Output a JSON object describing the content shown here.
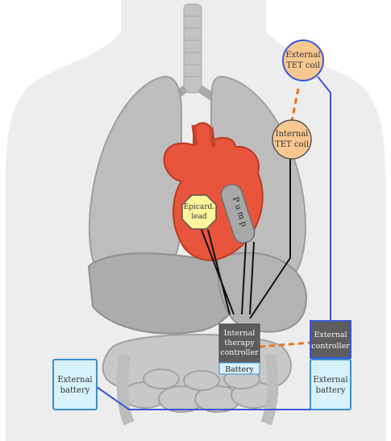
{
  "labels": {
    "external_tet_coil_line1": "External",
    "external_tet_coil_line2": "TET coil",
    "internal_tet_coil_line1": "Internal",
    "internal_tet_coil_line2": "TET coil",
    "epicard_lead_line1": "Epicard.",
    "epicard_lead_line2": "lead",
    "pump": "Pump",
    "internal_controller_line1": "Internal",
    "internal_controller_line2": "therapy",
    "internal_controller_line3": "controller",
    "internal_battery": "Battery",
    "external_controller_line1": "External",
    "external_controller_line2": "controller",
    "external_battery_left_line1": "External",
    "external_battery_left_line2": "battery",
    "external_battery_right_line1": "External",
    "external_battery_right_line2": "battery"
  },
  "colors": {
    "body_silhouette": "#ededed",
    "organs": "#b9b9b9",
    "heart": "#e8553c",
    "tet_coil": "#f8c890",
    "tet_coil_border": "#3b57d6",
    "epicard_lead": "#fff59a",
    "pump": "#a8a8a8",
    "controller": "#5d5d5d",
    "battery_box": "#d7f2fb",
    "battery_border": "#3a8fd1",
    "wire_internal": "#111111",
    "wire_external": "#3b57d6",
    "wire_tet": "#e8741f"
  }
}
